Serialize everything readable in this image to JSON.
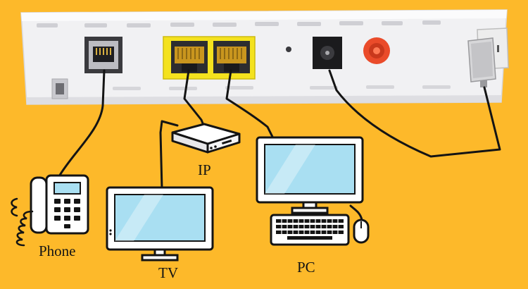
{
  "labels": {
    "phone": "Phone",
    "tv": "TV",
    "ip": "IP",
    "pc": "PC"
  },
  "colors": {
    "background": "#fdb92a",
    "router_body": "#f1f1f3",
    "lan_port_frame": "#f4e21e",
    "port_insert": "#c9961e",
    "reset_button": "#ea4b2a",
    "screen": "#a9dff2",
    "cable": "#141414"
  },
  "icons": [
    "router-icon",
    "phone-icon",
    "tv-icon",
    "ip-box-icon",
    "pc-monitor-icon",
    "keyboard-icon",
    "mouse-icon",
    "power-adapter-icon"
  ]
}
